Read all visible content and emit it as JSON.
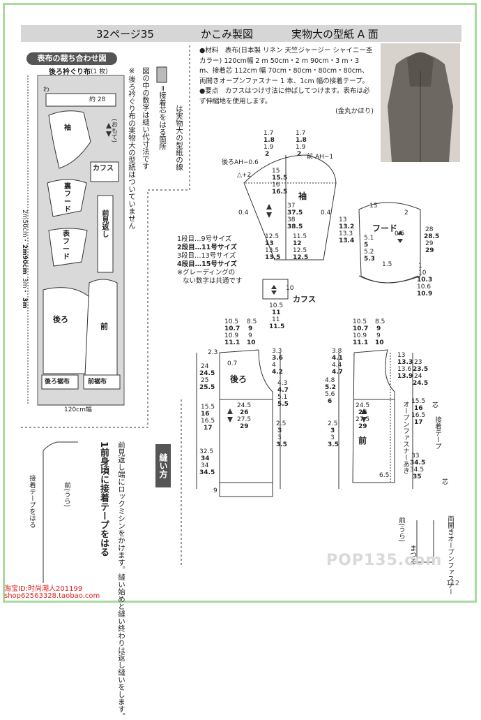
{
  "header": {
    "page": "32ページ35",
    "title": "かこみ製図",
    "sheet": "実物大の型紙 A 面"
  },
  "layout_pill": "表布の裁ち合わせ図",
  "layout_labels": {
    "back_neck": "後ろ衿ぐり布",
    "back_neck_count": "(1 枚)",
    "wa": "わ",
    "yaku": "約 28",
    "sleeve": "袖",
    "omote": "(おもて)",
    "cuff": "カフス",
    "ura_hood": "裏フード",
    "omote_hood": "表フード",
    "front_facing": "前見返し",
    "back": "後ろ",
    "front": "前",
    "back_hem": "後ろ裾布",
    "front_hem": "前裾布",
    "width": "120cm幅",
    "length_1": "2m50cm・",
    "length_2": "2m90cm",
    "length_3": "3m・",
    "length_4": "3m"
  },
  "vertical_notes": {
    "n1": "※後ろ衿ぐり布の実物大の型紙はついていません",
    "n2": "図の中の数字は縫い代寸法です",
    "n3": "=接着芯をはる箇所",
    "n4": "は実物大の型紙の線"
  },
  "materials": {
    "line1": "●材料　表布(日本製 リネン 天竺ジャージー シャイニー杢カラー) 120cm幅 2 m 50cm・2 m 90cm・3 m・3 m、接着芯 112cm 幅 70cm・80cm・80cm・80cm、両開きオープンファスナー 1 本、1cm 幅の接着テープ。",
    "line2": "●要点　カフスはつけ寸法に伸ばしてつけます。表布は必ず伸縮地を使用します。",
    "author": "(金丸かほり)"
  },
  "size_legend": {
    "r1": "1段目…9号サイズ",
    "r2": "2段目…11号サイズ",
    "r3": "3段目…13号サイズ",
    "r4": "4段目…15号サイズ",
    "r5": "※グレーディングの",
    "r6": "ない数字は共通です"
  },
  "pattern_labels": {
    "sleeve": "袖",
    "hood": "フード",
    "cuff": "カフス",
    "back": "後ろ",
    "front": "前",
    "back_ah": "後ろAH−0.6",
    "front_ah": "前 AH−1",
    "zipper": "オープンファスナーあき",
    "tape": "接着テープ",
    "shin1": "芯",
    "shin2": "芯",
    "front_ura": "前(うら)",
    "mawaru": "まつる",
    "zipper2": "両開きオープンファスナー"
  },
  "sleeve_nums": {
    "top": [
      "1.7",
      "1.8",
      "1.9",
      "2"
    ],
    "top2": [
      "1.7",
      "1.8",
      "1.9",
      "2"
    ],
    "a1": [
      "15",
      "15.5",
      "16",
      "16.5"
    ],
    "mid": [
      "37",
      "37.5",
      "38",
      "38.5"
    ],
    "lo1": [
      "12.5",
      "13",
      "13.5",
      "13.5"
    ],
    "lo2": [
      "11.5",
      "12",
      "12.5",
      "12.5"
    ],
    "side": "0.4",
    "delta": "△+2"
  },
  "hood_nums": {
    "top": "15",
    "left": [
      "13",
      "13.2",
      "13.3",
      "13.4"
    ],
    "mid": [
      "5.1",
      "5",
      "5.2",
      "5.3"
    ],
    "right": [
      "28",
      "28.5",
      "29",
      "29"
    ],
    "bot": [
      "10",
      "10.3",
      "10.6",
      "10.9"
    ],
    "small": [
      "0.5",
      "1",
      "1.5",
      "2"
    ]
  },
  "cuff_nums": {
    "w": "10",
    "l": [
      "10.5",
      "11",
      "11",
      "11.5"
    ]
  },
  "back_nums": {
    "top_l": [
      "10.5",
      "10.7",
      "10.9",
      "11.1"
    ],
    "top_r": [
      "8.5",
      "9",
      "9",
      "10"
    ],
    "neck": [
      "3.3",
      "3.6",
      "4",
      "4.2"
    ],
    "arm_l": [
      "24",
      "24.5",
      "25",
      "25.5"
    ],
    "arm_r": [
      "4.3",
      "4.7",
      "5.1",
      "5.5"
    ],
    "mid": [
      "24.5",
      "26",
      "27.5",
      "29"
    ],
    "side_l": [
      "15.5",
      "16",
      "16.5",
      "17"
    ],
    "side_r": [
      "2.5",
      "3",
      "3",
      "3.5"
    ],
    "len_l": [
      "32.5",
      "34",
      "34",
      "34.5"
    ],
    "hem": "9",
    "shoulder": [
      "2.3",
      "0.7"
    ]
  },
  "front_nums": {
    "top_l": [
      "10.5",
      "10.7",
      "10.9",
      "11.1"
    ],
    "top_r": [
      "8.5",
      "9",
      "9",
      "10"
    ],
    "neck_l": [
      "3.8",
      "4.1",
      "4.4",
      "4.7"
    ],
    "neck_r": [
      "13",
      "13.3",
      "13.6",
      "13.9"
    ],
    "arm_l": [
      "4.8",
      "5.2",
      "5.6",
      "6"
    ],
    "arm_r": [
      "23",
      "23.5",
      "24",
      "24.5"
    ],
    "mid": [
      "24.5",
      "26",
      "27.5",
      "29"
    ],
    "side_l": [
      "2.5",
      "3",
      "3",
      "3.5"
    ],
    "side_r": [
      "15.5",
      "16",
      "16.5",
      "17"
    ],
    "len_r": [
      "33",
      "34.5",
      "34.5",
      "35"
    ],
    "hem": "6.5"
  },
  "sewing": {
    "badge": "縫い方",
    "step": "1前身頃に接着テープをはる",
    "text1": "前見返し端にロックミシンをかけます。縫い始めと縫い終わりは返し縫いをします。",
    "tape_label": "接着テープをはる",
    "front_ura": "前(うら)"
  },
  "footer": {
    "shop1": "淘宝ID:时尚潮人201199",
    "shop2": "shop62563328.taobao.com",
    "page": "112",
    "watermark": "POP135.com"
  }
}
